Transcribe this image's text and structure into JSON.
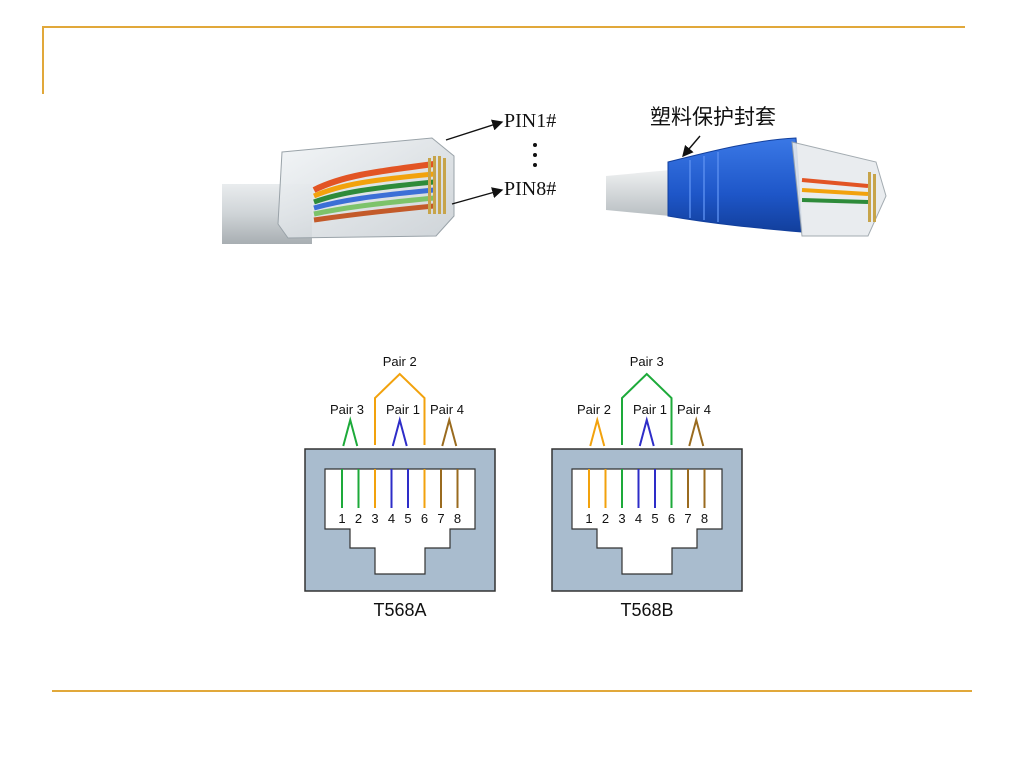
{
  "photos": {
    "left_callouts": {
      "top": "PIN1#",
      "bottom": "PIN8#"
    },
    "right_callout": "塑料保护封套"
  },
  "diagrams": [
    {
      "id": "t568a",
      "title": "T568A",
      "pin_numbers": [
        "1",
        "2",
        "3",
        "4",
        "5",
        "6",
        "7",
        "8"
      ],
      "top_pair": "Pair 2",
      "side_pairs": [
        "Pair 3",
        "Pair 1",
        "Pair 4"
      ],
      "wire_colors": [
        "#1DAA3A",
        "#1DAA3A",
        "#F2A20D",
        "#2E2DC8",
        "#2E2DC8",
        "#F2A20D",
        "#9A6B1F",
        "#9A6B1F"
      ],
      "top_pair_color": "#F2A20D",
      "side_pair_colors": [
        "#1DAA3A",
        "#2E2DC8",
        "#9A6B1F"
      ]
    },
    {
      "id": "t568b",
      "title": "T568B",
      "pin_numbers": [
        "1",
        "2",
        "3",
        "4",
        "5",
        "6",
        "7",
        "8"
      ],
      "top_pair": "Pair 3",
      "side_pairs": [
        "Pair 2",
        "Pair 1",
        "Pair 4"
      ],
      "wire_colors": [
        "#F2A20D",
        "#F2A20D",
        "#1DAA3A",
        "#2E2DC8",
        "#2E2DC8",
        "#1DAA3A",
        "#9A6B1F",
        "#9A6B1F"
      ],
      "top_pair_color": "#1DAA3A",
      "side_pair_colors": [
        "#F2A20D",
        "#2E2DC8",
        "#9A6B1F"
      ]
    }
  ],
  "colors": {
    "accent_rule": "#E1A83A",
    "jack_body": "#A9BCCE",
    "jack_outline": "#333333",
    "boot_blue": "#1E56C8"
  }
}
